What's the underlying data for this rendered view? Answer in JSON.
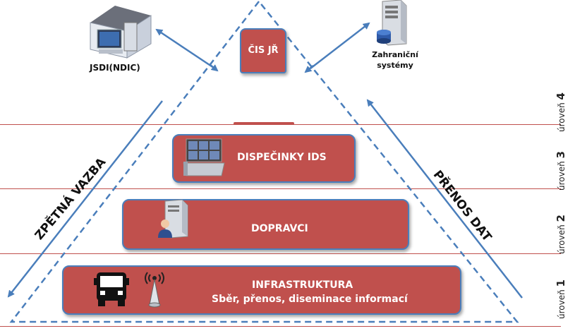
{
  "center": {
    "label": "ČIS JŘ"
  },
  "left_node": {
    "label": "JSDI(NDIC)"
  },
  "right_node": {
    "label_line1": "Zahraniční",
    "label_line2": "systémy"
  },
  "levels": [
    {
      "text": "úroveň",
      "num": "4"
    },
    {
      "text": "úroveň",
      "num": "3"
    },
    {
      "text": "úroveň",
      "num": "2"
    },
    {
      "text": "úroveň",
      "num": "1"
    }
  ],
  "boxes": {
    "dispecinky": "DISPEČINKY IDS",
    "dopravci": "DOPRAVCI",
    "infra_line1": "INFRASTRUKTURA",
    "infra_line2": "Sběr, přenos, diseminace informací"
  },
  "side_labels": {
    "left": "ZPĚTNÁ VAZBA",
    "right": "PŘENOS DAT"
  },
  "colors": {
    "box_fill": "#c0504d",
    "box_border": "#4a7ebb",
    "arrow": "#4a7ebb",
    "divider": "#c0504d"
  },
  "icons": [
    "house-computer-icon",
    "server-database-icon",
    "control-room-icon",
    "server-user-icon",
    "bus-icon",
    "antenna-icon"
  ]
}
